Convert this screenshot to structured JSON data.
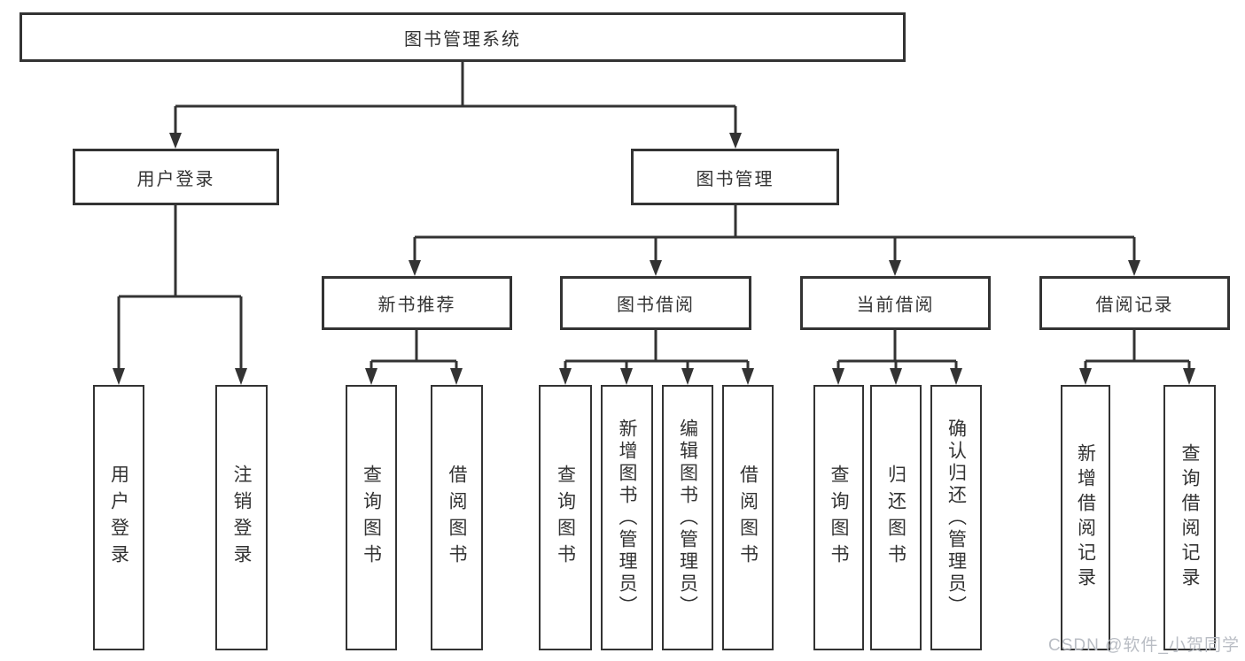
{
  "canvas": {
    "background": "#ffffff",
    "stroke_color": "#333333",
    "text_color": "#333333"
  },
  "watermark": {
    "text": "CSDN @软件_小贺同学",
    "color": "#b9bdc4"
  },
  "tree": {
    "root": {
      "label": "图书管理系统"
    },
    "branches": [
      {
        "label": "用户登录",
        "children": [
          {
            "label": "用户登录"
          },
          {
            "label": "注销登录"
          }
        ]
      },
      {
        "label": "图书管理",
        "children": [
          {
            "label": "新书推荐",
            "children": [
              {
                "label": "查询图书"
              },
              {
                "label": "借阅图书"
              }
            ]
          },
          {
            "label": "图书借阅",
            "children": [
              {
                "label": "查询图书"
              },
              {
                "label": "新增图书（管理员）"
              },
              {
                "label": "编辑图书（管理员）"
              },
              {
                "label": "借阅图书"
              }
            ]
          },
          {
            "label": "当前借阅",
            "children": [
              {
                "label": "查询图书"
              },
              {
                "label": "归还图书"
              },
              {
                "label": "确认归还（管理员）"
              }
            ]
          },
          {
            "label": "借阅记录",
            "children": [
              {
                "label": "新增借阅记录"
              },
              {
                "label": "查询借阅记录"
              }
            ]
          }
        ]
      }
    ]
  }
}
